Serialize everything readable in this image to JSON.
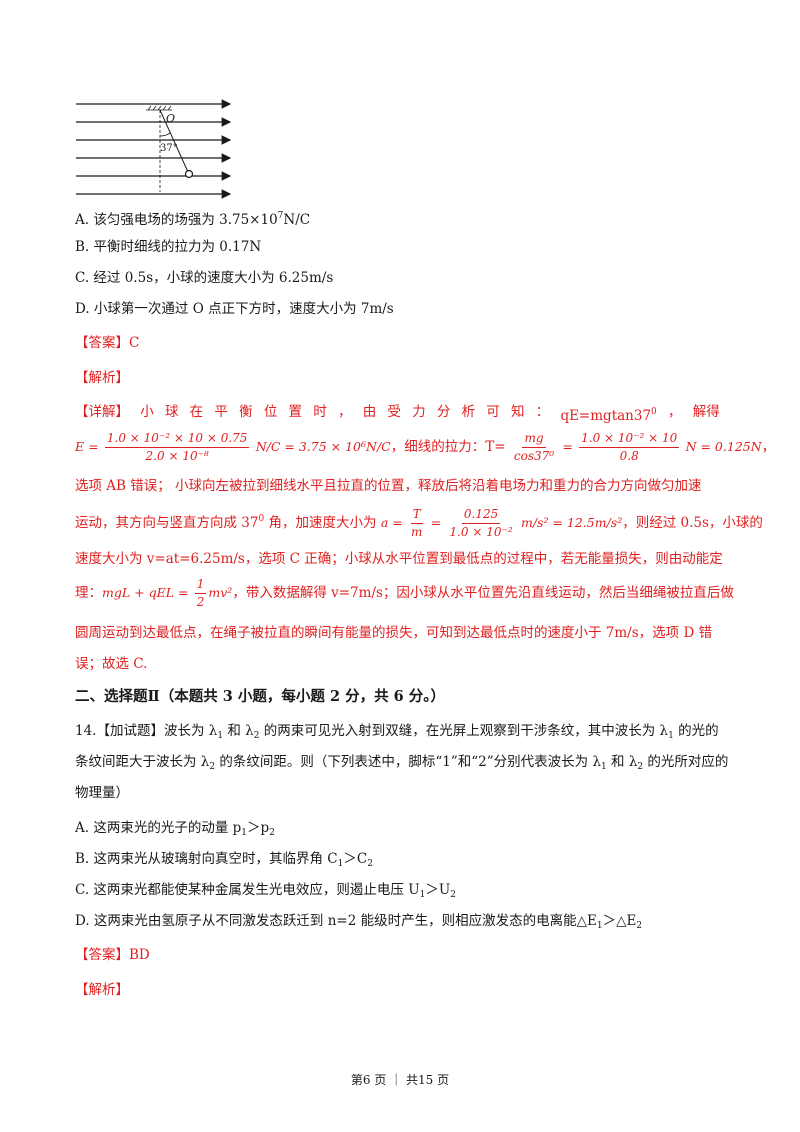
{
  "figure": {
    "angle_label": "37°",
    "pivot_label": "O"
  },
  "q13": {
    "optA": "A. 该匀强电场的场强为 3.75×10",
    "optA_exp": "7",
    "optA_unit": "N/C",
    "optB": "B. 平衡时细线的拉力为 0.17N",
    "optC": "C. 经过 0.5s，小球的速度大小为 6.25m/s",
    "optD": "D. 小球第一次通过 O 点正下方时，速度大小为 7m/s",
    "answer": "【答案】C",
    "analysis": "【解析】",
    "detail_label": "【详解】",
    "detail_chars": [
      "小",
      "球",
      "在",
      "平",
      "衡",
      "位",
      "置",
      "时",
      "，",
      "由",
      "受",
      "力",
      "分",
      "析",
      "可",
      "知",
      "："
    ],
    "detail_eq": "qE=mgtan37",
    "detail_eq_sup": "0",
    "detail_comma": "，",
    "detail_solve": "解得",
    "e_lhs": "E =",
    "e_num": "1.0 × 10⁻² × 10 × 0.75",
    "e_den": "2.0 × 10⁻⁸",
    "e_rhs": "N/C = 3.75 × 10⁶N/C",
    "tension_text": "，细线的拉力：T=",
    "t_lhs": "T =",
    "t_num1": "mg",
    "t_den1": "cos37⁰",
    "t_eq": "=",
    "t_num2": "1.0 × 10⁻² × 10",
    "t_den2": "0.8",
    "t_rhs": "N = 0.125N",
    "t_end": "，",
    "line3": "选项 AB 错误； 小球向左被拉到细线水平且拉直的位置，释放后将沿着电场力和重力的合力方向做匀加速",
    "line4_a": "运动，其方向与竖直方向成 37",
    "line4_sup": "0",
    "line4_b": " 角，加速度大小为",
    "a_lhs": "a =",
    "a_num1": "T",
    "a_den1": "m",
    "a_eq": "=",
    "a_num2": "0.125",
    "a_den2": "1.0 × 10⁻²",
    "a_rhs": "m/s² = 12.5m/s²",
    "line4_c": "，则经过 0.5s，小球的",
    "line5": "速度大小为 v=at=6.25m/s，选项 C 正确；小球从水平位置到最低点的过程中，若无能量损失，则由动能定",
    "line6_a": "理：",
    "line6_math": "mgL + qEL =",
    "line6_num": "1",
    "line6_den": "2",
    "line6_mv": "mv²",
    "line6_b": "，带入数据解得 v=7m/s；因小球从水平位置先沿直线运动，然后当细绳被拉直后做",
    "line7": "圆周运动到达最低点，在绳子被拉直的瞬间有能量的损失，可知到达最低点时的速度小于 7m/s，选项 D 错",
    "line8": "误；故选 C."
  },
  "section2": {
    "heading": "二、选择题Ⅱ（本题共 3 小题，每小题 2 分，共 6 分。）"
  },
  "q14": {
    "l1_a": "14.【加试题】波长为 λ",
    "l1_s1": "1",
    "l1_b": " 和 λ",
    "l1_s2": "2",
    "l1_c": " 的两束可见光入射到双缝，在光屏上观察到干涉条纹，其中波长为 λ",
    "l1_s3": "1",
    "l1_d": " 的光的",
    "l2_a": "条纹间距大于波长为 λ",
    "l2_s1": "2",
    "l2_b": " 的条纹间距。则（下列表述中，脚标“1”和“2”分别代表波长为 λ",
    "l2_s2": "1",
    "l2_c": " 和 λ",
    "l2_s3": "2",
    "l2_d": " 的光所对应的",
    "l3": "物理量）",
    "optA_a": "A. 这两束光的光子的动量 p",
    "optA_s1": "1",
    "optA_b": "＞p",
    "optA_s2": "2",
    "optB_a": "B. 这两束光从玻璃射向真空时，其临界角 C",
    "optB_s1": "1",
    "optB_b": "＞C",
    "optB_s2": "2",
    "optC_a": "C. 这两束光都能使某种金属发生光电效应，则遏止电压 U",
    "optC_s1": "1",
    "optC_b": "＞U",
    "optC_s2": "2",
    "optD_a": "D. 这两束光由氢原子从不同激发态跃迁到 n=2 能级时产生，则相应激发态的电离能△E",
    "optD_s1": "1",
    "optD_b": "＞△E",
    "optD_s2": "2",
    "answer": "【答案】BD",
    "analysis": "【解析】"
  },
  "footer": {
    "text": "第6 页 ｜ 共15 页"
  }
}
